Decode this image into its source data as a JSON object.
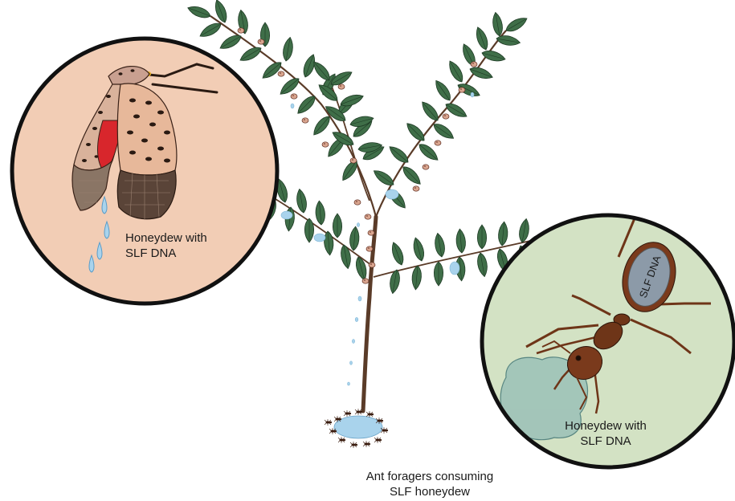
{
  "labels": {
    "slf_honeydew": {
      "line1": "Honeydew with",
      "line2": "SLF DNA"
    },
    "ant_honeydew": {
      "line1": "Honeydew with",
      "line2": "SLF DNA"
    },
    "ant_foragers": {
      "line1": "Ant foragers consuming",
      "line2": "SLF honeydew"
    },
    "ant_abdomen": "SLF DNA"
  },
  "colors": {
    "slf_circle_bg": "#f2cdb5",
    "ant_circle_bg": "#d3e2c4",
    "circle_border": "#111111",
    "leaf_fill": "#3f6e48",
    "leaf_dark": "#2a4b31",
    "stem": "#5a3b28",
    "honeydew": "#a9d3ec",
    "ant_body": "#6e3518",
    "slf_wing": "#e7b89a",
    "slf_red": "#d8262c"
  },
  "icons": [
    "tree-of-heaven-plant",
    "spotted-lanternfly",
    "ant",
    "honeydew-droplet"
  ]
}
